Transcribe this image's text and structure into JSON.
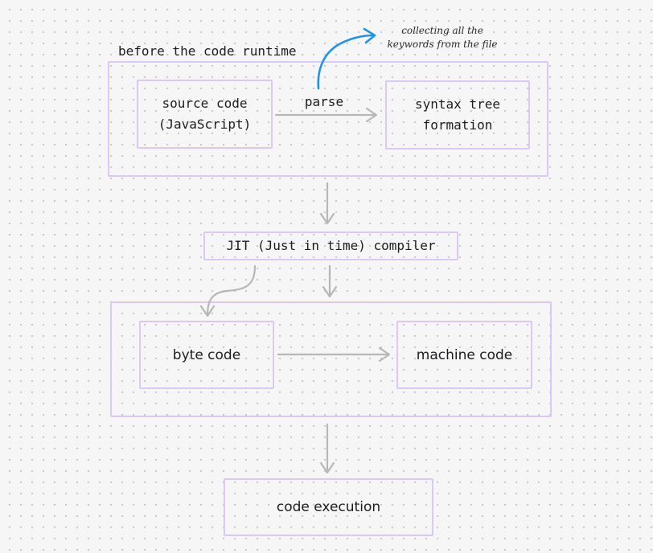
{
  "groups": {
    "runtime_title": "before the code runtime"
  },
  "nodes": {
    "source_code": "source code\n(JavaScript)",
    "syntax_tree": "syntax tree\nformation",
    "jit": "JIT (Just in time) compiler",
    "byte_code": "byte code",
    "machine_code": "machine code",
    "code_execution": "code execution"
  },
  "edges": {
    "parse_label": "parse"
  },
  "annotation": {
    "text": "collecting all the\nkeywords from the file"
  },
  "colors": {
    "box_border": "#dcc8f7",
    "arrow": "#b7b7b7",
    "annotation_arrow": "#1c93f0",
    "background_dot": "#c9c9cf"
  }
}
